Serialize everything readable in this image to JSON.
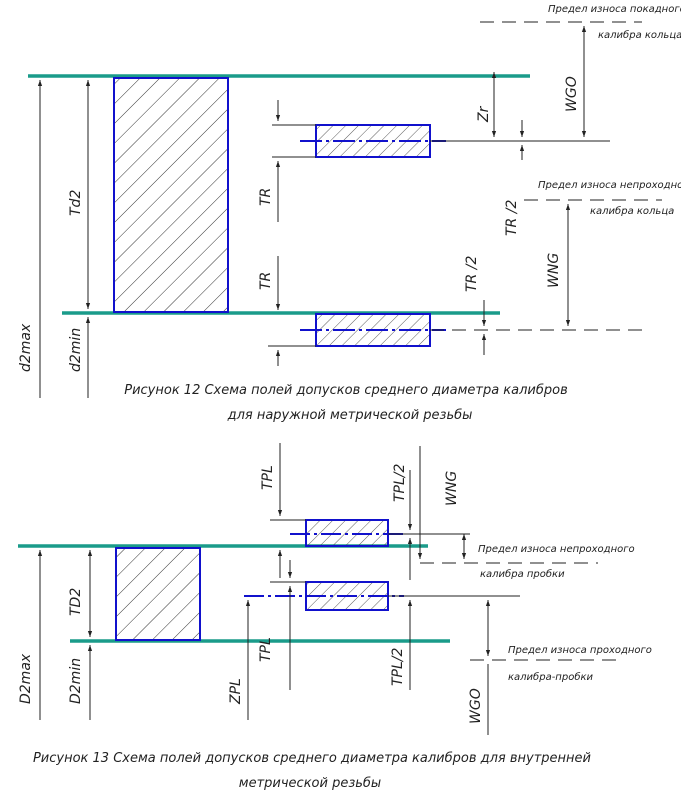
{
  "fig12": {
    "caption_line1": "Рисунок 12  Схема полей допусков среднего диаметра калибров",
    "caption_line2": "для наружной метрической резьбы",
    "wear_go_line1": "Предел износа покадного",
    "wear_go_line2": "калибра кольца",
    "wear_nogo_line1": "Предел износа непроходного",
    "wear_nogo_line2": "калибра кольца",
    "label_d2max": "d2max",
    "label_d2min": "d2min",
    "label_td2": "Td2",
    "label_zr": "Zr",
    "label_tr_upper": "TR",
    "label_tr_lower": "TR",
    "label_tr_half_upper": "TR /2",
    "label_tr_half_lower": "TR /2",
    "label_wgo": "WGO",
    "label_wng": "WNG"
  },
  "fig13": {
    "caption_line1": "Рисунок 13 Схема полей допусков среднего диаметра калибров для внутренней",
    "caption_line2": "метрической резьбы",
    "wear_nogo_line1": "Предел износа непроходного",
    "wear_nogo_line2": "калибра пробки",
    "wear_go_line1": "Предел износа проходного",
    "wear_go_line2": "калибра-пробки",
    "label_D2max": "D2max",
    "label_D2min": "D2min",
    "label_TD2": "TD2",
    "label_tpl_top": "TPL",
    "label_tpl_half_top": "TPL/2",
    "label_tpl_mid": "TPL",
    "label_tpl_half_bottom": "TPL/2",
    "label_zpl": "ZPL",
    "label_wng": "WNG",
    "label_wgo": "WGO"
  },
  "colors": {
    "nominal_line": "#1a9b8a",
    "tolerance_field": "#1111cc",
    "drawing_ink": "#222222"
  }
}
